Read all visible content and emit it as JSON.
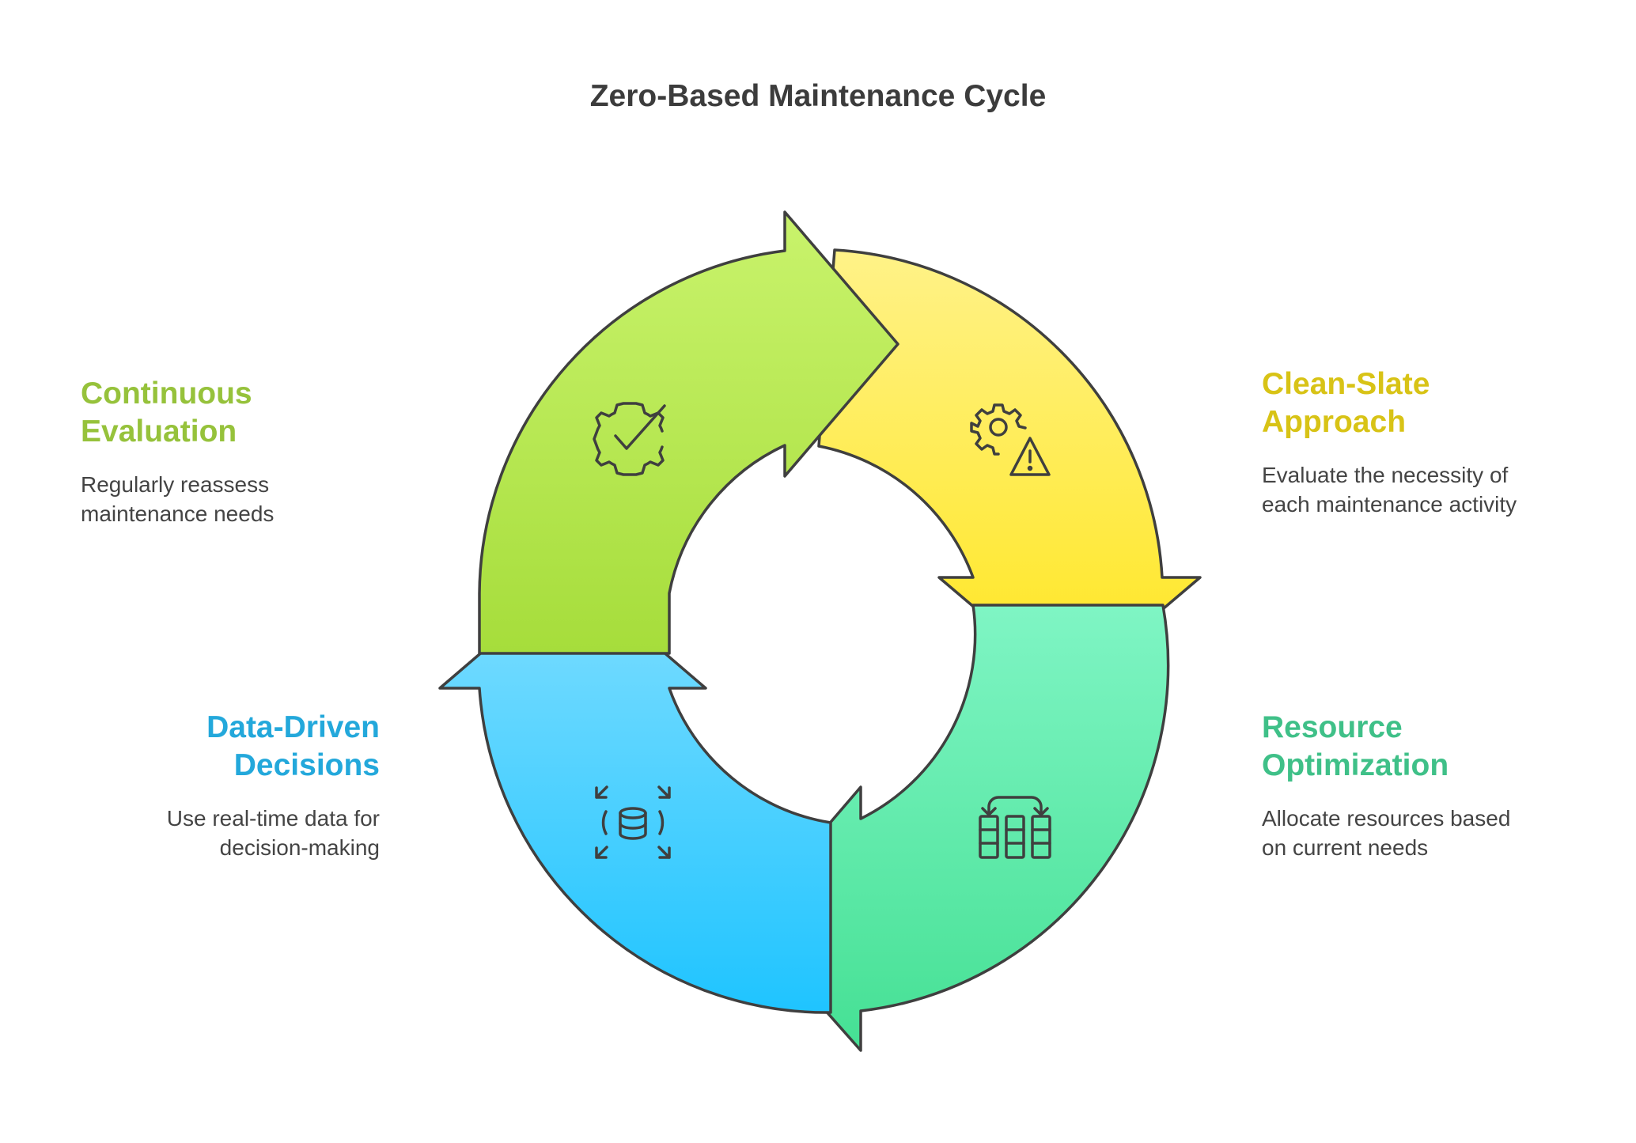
{
  "title": "Zero-Based Maintenance Cycle",
  "steps": [
    {
      "key": "continuous",
      "title_line1": "Continuous",
      "title_line2": "Evaluation",
      "desc_line1": "Regularly reassess",
      "desc_line2": "maintenance needs",
      "color": "#96C23B",
      "fill_top": "#C9F36C",
      "fill_bottom": "#A6DD3B",
      "icon": "gear-check-icon"
    },
    {
      "key": "cleanslate",
      "title_line1": "Clean-Slate",
      "title_line2": "Approach",
      "desc_line1": "Evaluate the necessity of",
      "desc_line2": "each maintenance activity",
      "color": "#D8C316",
      "fill_top": "#FFF288",
      "fill_bottom": "#FFE61F",
      "icon": "gear-warning-icon"
    },
    {
      "key": "resource",
      "title_line1": "Resource",
      "title_line2": "Optimization",
      "desc_line1": "Allocate resources based",
      "desc_line2": "on current needs",
      "color": "#3FC088",
      "fill_top": "#7FF5C4",
      "fill_bottom": "#45E094",
      "icon": "columns-swap-icon"
    },
    {
      "key": "datadriven",
      "title_line1": "Data-Driven",
      "title_line2": "Decisions",
      "desc_line1": "Use real-time data for",
      "desc_line2": "decision-making",
      "color": "#23A8DB",
      "fill_top": "#7FDEFF",
      "fill_bottom": "#1FC4FF",
      "icon": "database-expand-icon"
    }
  ],
  "stroke_color": "#3F3F3F"
}
